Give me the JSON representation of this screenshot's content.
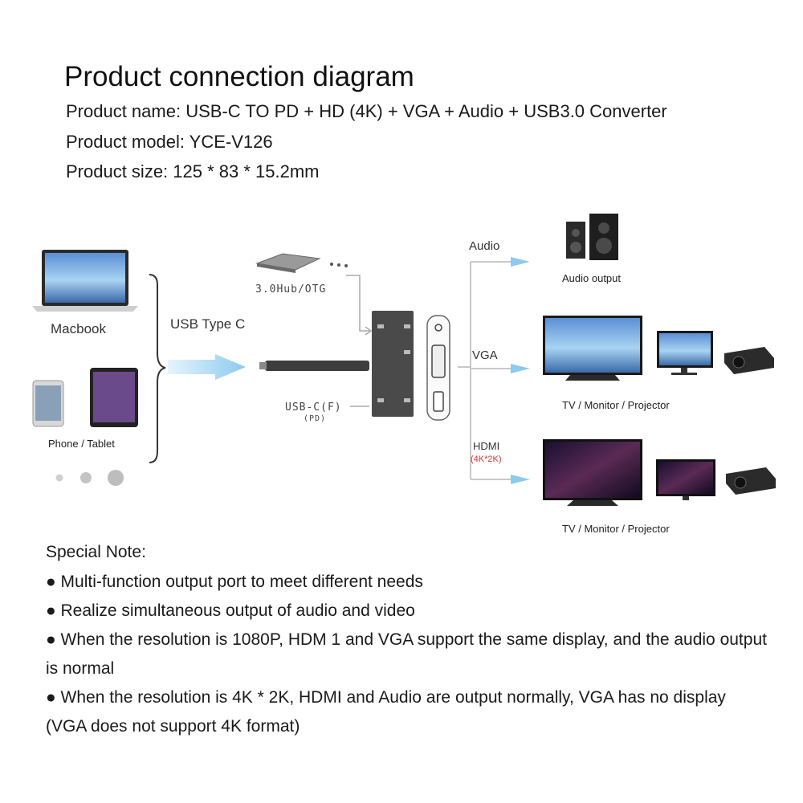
{
  "title": "Product connection diagram",
  "info": {
    "name": "Product name: USB-C TO PD + HD (4K) + VGA + Audio + USB3.0 Converter",
    "model": "Product model: YCE-V126",
    "size": "Product size: 125 * 83 * 15.2mm"
  },
  "labels": {
    "macbook": "Macbook",
    "phone_tablet": "Phone / Tablet",
    "usb_type_c": "USB Type C",
    "hub": "3.0Hub/OTG",
    "usbc_f": "USB-C(F)",
    "pd": "(PD)",
    "audio": "Audio",
    "vga": "VGA",
    "hdmi": "HDMI",
    "hdmi_res": "(4K*2K)",
    "audio_output": "Audio output",
    "tv1": "TV / Monitor / Projector",
    "tv2": "TV / Monitor / Projector"
  },
  "notes": {
    "title": "Special Note:",
    "items": [
      "● Multi-function output port to meet different needs",
      "● Realize simultaneous output of audio and video",
      "● When the resolution is 1080P, HDM 1 and VGA support the same display, and the audio output is normal",
      "● When the resolution is 4K * 2K, HDMI and Audio are output normally, VGA has no display (VGA does not support 4K format)"
    ]
  },
  "colors": {
    "arrow": "#9fd0ee",
    "line": "#b5b5b5",
    "hdmi_res": "#e03030"
  }
}
